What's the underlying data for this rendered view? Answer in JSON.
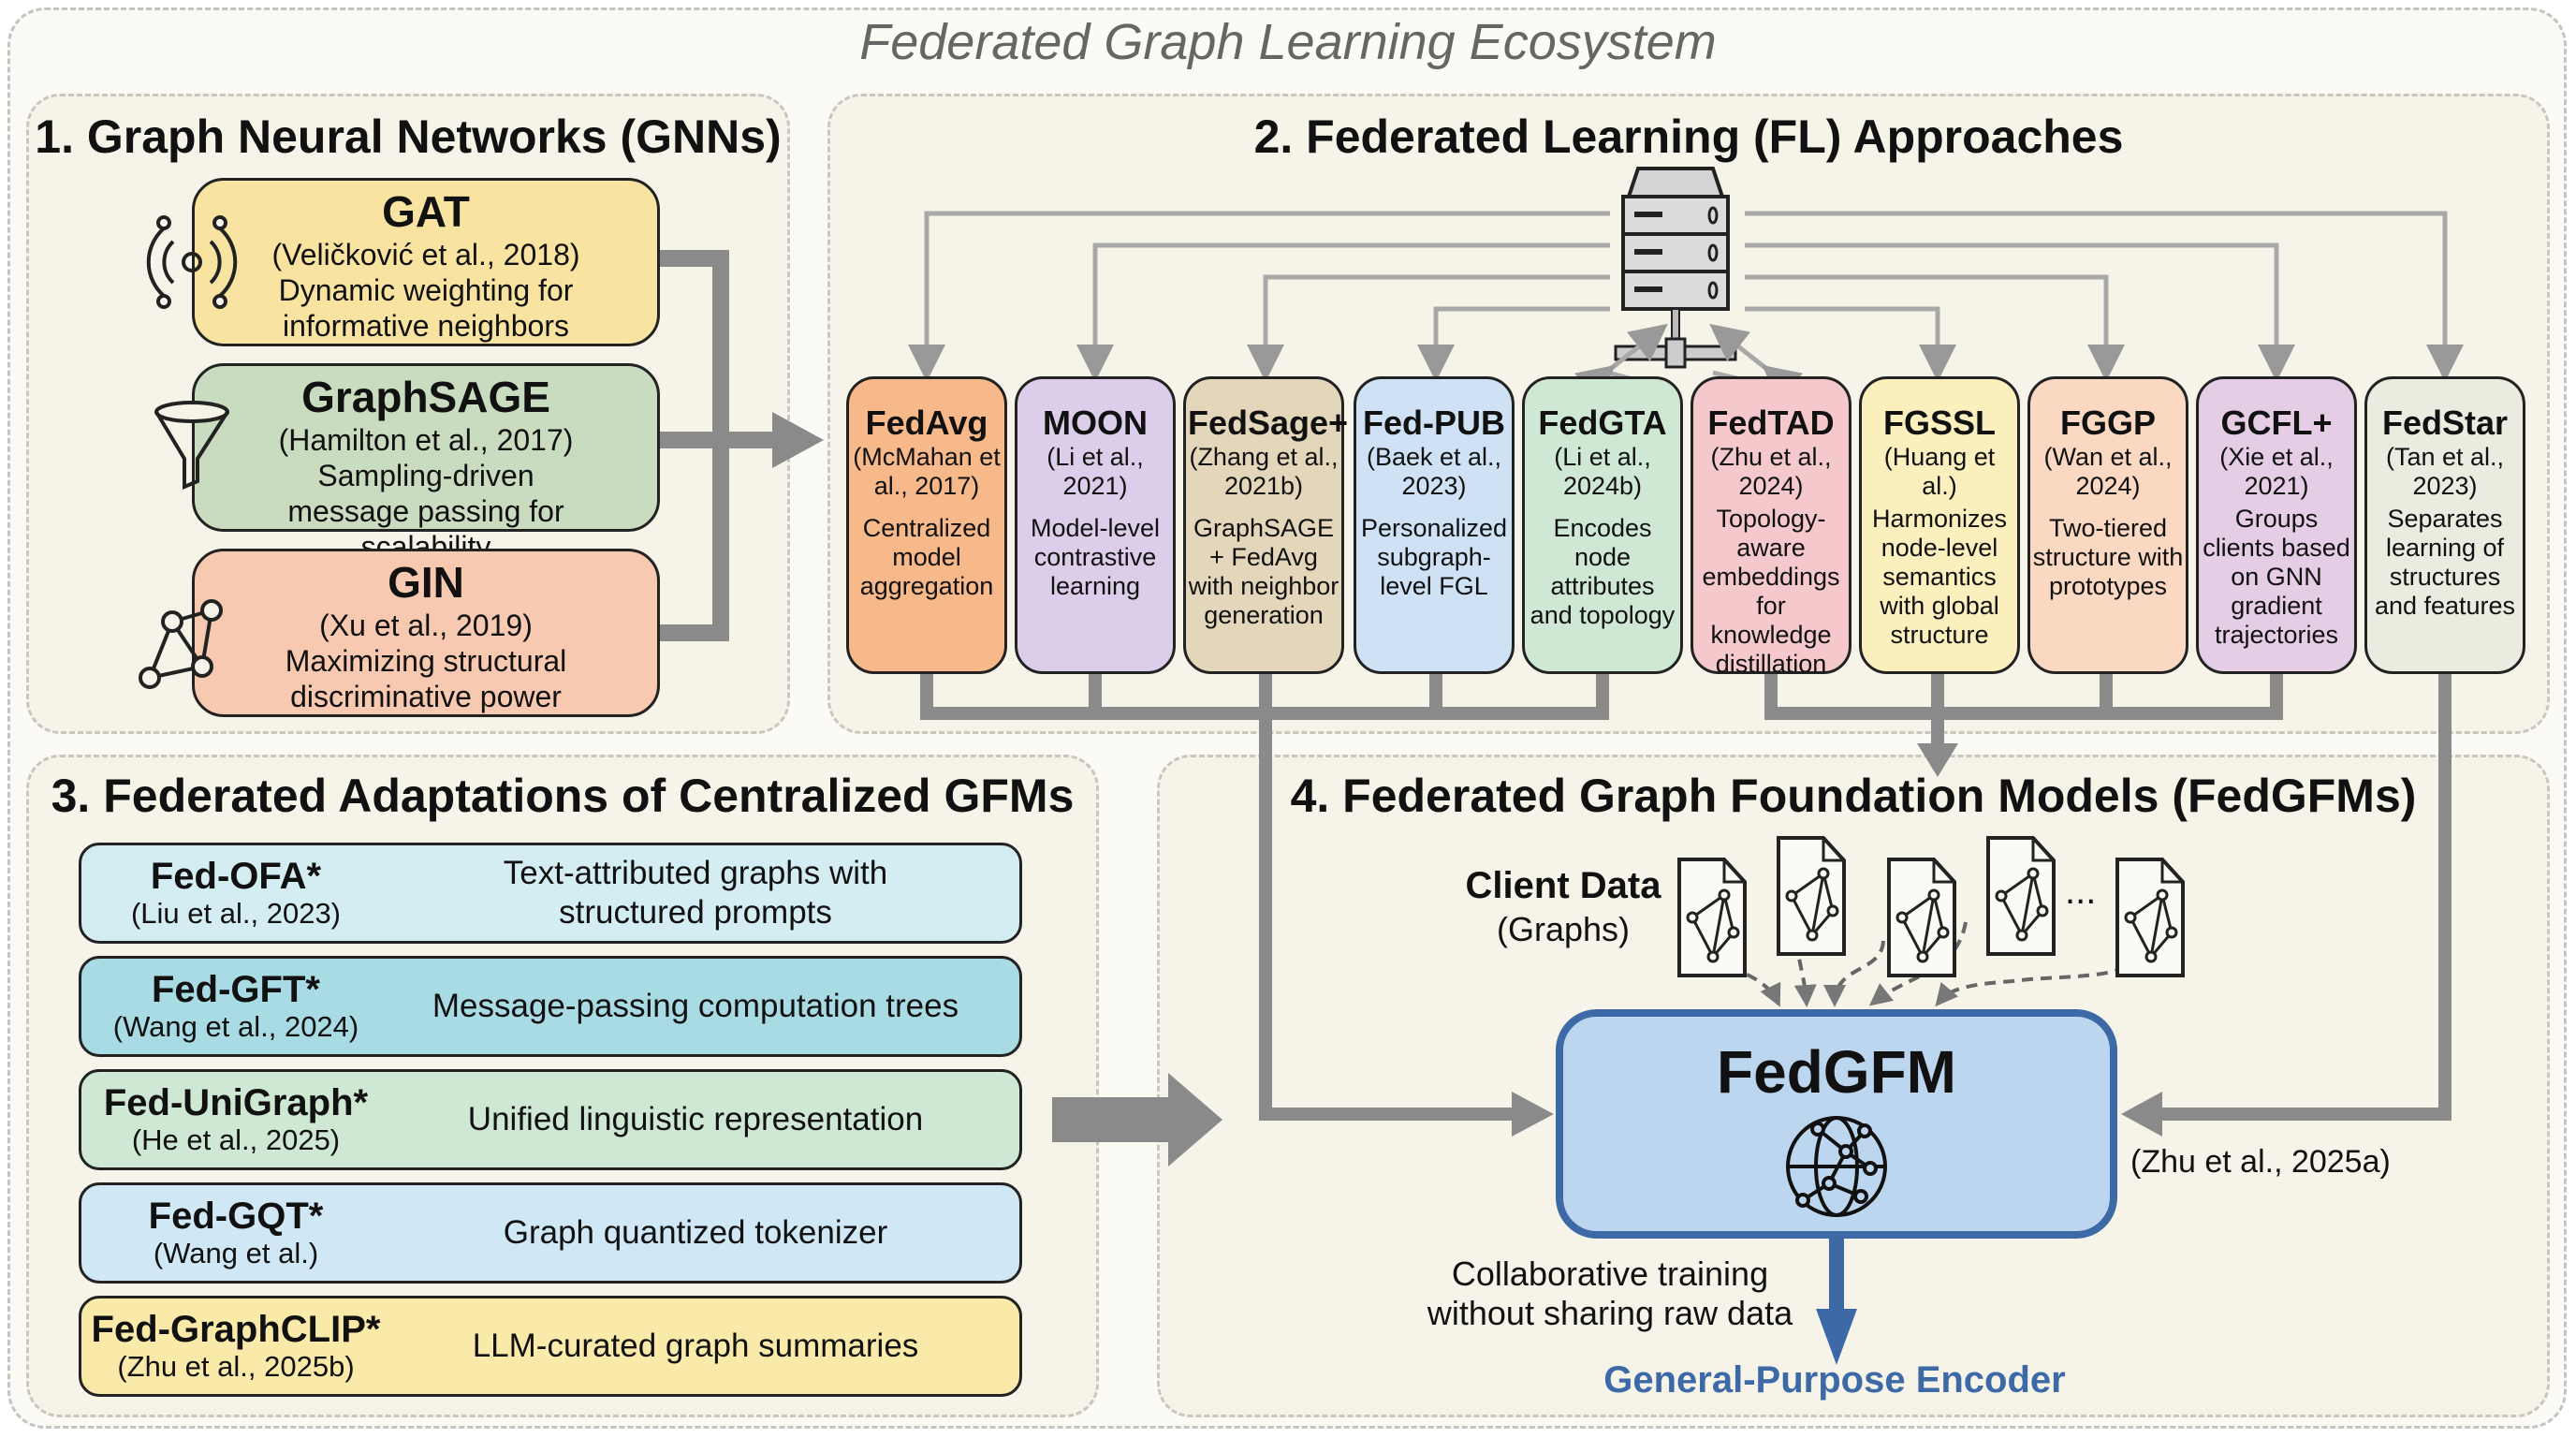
{
  "title": "Federated Graph Learning Ecosystem",
  "sections": {
    "gnn": {
      "title": "1. Graph Neural Networks (GNNs)",
      "items": [
        {
          "name": "GAT",
          "cite": "(Veličković et al., 2018)",
          "desc": "Dynamic weighting for informative neighbors",
          "icon": "attention-signal-icon",
          "color": "#f8e3a0"
        },
        {
          "name": "GraphSAGE",
          "cite": "(Hamilton et al., 2017)",
          "desc": "Sampling-driven message passing for scalability",
          "icon": "funnel-icon",
          "color": "#c9dcc0"
        },
        {
          "name": "GIN",
          "cite": "(Xu et al., 2019)",
          "desc": "Maximizing structural discriminative power",
          "icon": "graph-nodes-icon",
          "color": "#f7c9b0"
        }
      ]
    },
    "fl": {
      "title": "2. Federated Learning (FL) Approaches",
      "server_icon": "server-icon",
      "items": [
        {
          "name": "FedAvg",
          "cite": "(McMahan et al., 2017)",
          "desc": "Centralized model aggregation",
          "color": "#f7b88a"
        },
        {
          "name": "MOON",
          "cite": "(Li et al., 2021)",
          "desc": "Model-level contrastive learning",
          "color": "#dccdea"
        },
        {
          "name": "FedSage+",
          "cite": "(Zhang et al., 2021b)",
          "desc": "GraphSAGE + FedAvg with neighbor generation",
          "color": "#e3d6ba"
        },
        {
          "name": "Fed-PUB",
          "cite": "(Baek et al., 2023)",
          "desc": "Personalized subgraph-level FGL",
          "color": "#cfe2f5"
        },
        {
          "name": "FedGTA",
          "cite": "(Li et al., 2024b)",
          "desc": "Encodes node attributes and topology",
          "color": "#cfe8d4"
        },
        {
          "name": "FedTAD",
          "cite": "(Zhu et al., 2024)",
          "desc": "Topology-aware embeddings for knowledge distillation",
          "color": "#f5c9cb"
        },
        {
          "name": "FGSSL",
          "cite": "(Huang et al.)",
          "desc": "Harmonizes node-level semantics with global structure",
          "color": "#fbefbe"
        },
        {
          "name": "FGGP",
          "cite": "(Wan et al., 2024)",
          "desc": "Two-tiered structure with prototypes",
          "color": "#fad8c2"
        },
        {
          "name": "GCFL+",
          "cite": "(Xie et al., 2021)",
          "desc": "Groups clients based on GNN gradient trajectories",
          "color": "#e5cde6"
        },
        {
          "name": "FedStar",
          "cite": "(Tan et al., 2023)",
          "desc": "Separates learning of structures and features",
          "color": "#ecebe0"
        }
      ]
    },
    "gfm": {
      "title": "3. Federated Adaptations of Centralized GFMs",
      "items": [
        {
          "name": "Fed-OFA*",
          "cite": "(Liu et al., 2023)",
          "desc": "Text-attributed graphs with structured prompts",
          "color": "#d4edf3"
        },
        {
          "name": "Fed-GFT*",
          "cite": "(Wang et al., 2024)",
          "desc": "Message-passing computation trees",
          "color": "#a9dbe5"
        },
        {
          "name": "Fed-UniGraph*",
          "cite": "(He et al., 2025)",
          "desc": "Unified linguistic representation",
          "color": "#cfe8d3"
        },
        {
          "name": "Fed-GQT*",
          "cite": "(Wang et al.)",
          "desc": "Graph quantized tokenizer",
          "color": "#d0e8f5"
        },
        {
          "name": "Fed-GraphCLIP*",
          "cite": "(Zhu et al., 2025b)",
          "desc": "LLM-curated graph summaries",
          "color": "#faeaa9"
        }
      ]
    },
    "fedgfm": {
      "title": "4. Federated Graph Foundation Models (FedGFMs)",
      "client_data_label": "Client Data",
      "client_data_sub": "(Graphs)",
      "ellipsis": "...",
      "model_name": "FedGFM",
      "model_icon": "globe-network-icon",
      "model_cite": "(Zhu et al., 2025a)",
      "note": "Collaborative training without sharing raw data",
      "output": "General-Purpose Encoder",
      "accent": "#3d6aa6"
    }
  }
}
